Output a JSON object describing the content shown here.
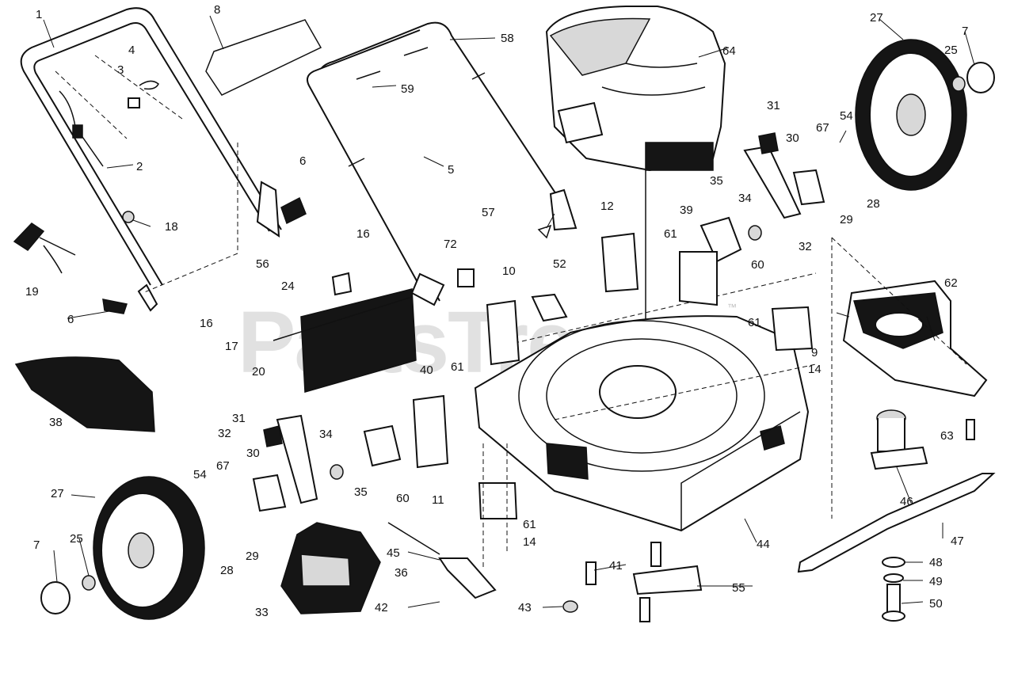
{
  "watermark": {
    "text": "PartsTree",
    "mark": "™"
  },
  "callouts": [
    {
      "id": "c1",
      "text": "1"
    },
    {
      "id": "c2",
      "text": "2"
    },
    {
      "id": "c3",
      "text": "3"
    },
    {
      "id": "c4",
      "text": "4"
    },
    {
      "id": "c5",
      "text": "5"
    },
    {
      "id": "c6a",
      "text": "6"
    },
    {
      "id": "c6b",
      "text": "6"
    },
    {
      "id": "c7a",
      "text": "7"
    },
    {
      "id": "c7b",
      "text": "7"
    },
    {
      "id": "c8",
      "text": "8"
    },
    {
      "id": "c9",
      "text": "9"
    },
    {
      "id": "c10",
      "text": "10"
    },
    {
      "id": "c11",
      "text": "11"
    },
    {
      "id": "c12",
      "text": "12"
    },
    {
      "id": "c14a",
      "text": "14"
    },
    {
      "id": "c14b",
      "text": "14"
    },
    {
      "id": "c16a",
      "text": "16"
    },
    {
      "id": "c16b",
      "text": "16"
    },
    {
      "id": "c17",
      "text": "17"
    },
    {
      "id": "c18",
      "text": "18"
    },
    {
      "id": "c19",
      "text": "19"
    },
    {
      "id": "c20",
      "text": "20"
    },
    {
      "id": "c24",
      "text": "24"
    },
    {
      "id": "c25a",
      "text": "25"
    },
    {
      "id": "c25b",
      "text": "25"
    },
    {
      "id": "c27a",
      "text": "27"
    },
    {
      "id": "c27b",
      "text": "27"
    },
    {
      "id": "c28a",
      "text": "28"
    },
    {
      "id": "c28b",
      "text": "28"
    },
    {
      "id": "c29a",
      "text": "29"
    },
    {
      "id": "c29b",
      "text": "29"
    },
    {
      "id": "c30a",
      "text": "30"
    },
    {
      "id": "c30b",
      "text": "30"
    },
    {
      "id": "c31a",
      "text": "31"
    },
    {
      "id": "c31b",
      "text": "31"
    },
    {
      "id": "c32a",
      "text": "32"
    },
    {
      "id": "c32b",
      "text": "32"
    },
    {
      "id": "c33",
      "text": "33"
    },
    {
      "id": "c34a",
      "text": "34"
    },
    {
      "id": "c34b",
      "text": "34"
    },
    {
      "id": "c35a",
      "text": "35"
    },
    {
      "id": "c35b",
      "text": "35"
    },
    {
      "id": "c36",
      "text": "36"
    },
    {
      "id": "c38",
      "text": "38"
    },
    {
      "id": "c39",
      "text": "39"
    },
    {
      "id": "c40",
      "text": "40"
    },
    {
      "id": "c41",
      "text": "41"
    },
    {
      "id": "c42",
      "text": "42"
    },
    {
      "id": "c43",
      "text": "43"
    },
    {
      "id": "c44",
      "text": "44"
    },
    {
      "id": "c45",
      "text": "45"
    },
    {
      "id": "c46",
      "text": "46"
    },
    {
      "id": "c47",
      "text": "47"
    },
    {
      "id": "c48",
      "text": "48"
    },
    {
      "id": "c49",
      "text": "49"
    },
    {
      "id": "c50",
      "text": "50"
    },
    {
      "id": "c52",
      "text": "52"
    },
    {
      "id": "c54a",
      "text": "54"
    },
    {
      "id": "c54b",
      "text": "54"
    },
    {
      "id": "c55",
      "text": "55"
    },
    {
      "id": "c56",
      "text": "56"
    },
    {
      "id": "c57",
      "text": "57"
    },
    {
      "id": "c58",
      "text": "58"
    },
    {
      "id": "c59",
      "text": "59"
    },
    {
      "id": "c60a",
      "text": "60"
    },
    {
      "id": "c60b",
      "text": "60"
    },
    {
      "id": "c61a",
      "text": "61"
    },
    {
      "id": "c61b",
      "text": "61"
    },
    {
      "id": "c61c",
      "text": "61"
    },
    {
      "id": "c61d",
      "text": "61"
    },
    {
      "id": "c62",
      "text": "62"
    },
    {
      "id": "c63",
      "text": "63"
    },
    {
      "id": "c64",
      "text": "64"
    },
    {
      "id": "c67a",
      "text": "67"
    },
    {
      "id": "c67b",
      "text": "67"
    },
    {
      "id": "c72",
      "text": "72"
    }
  ]
}
